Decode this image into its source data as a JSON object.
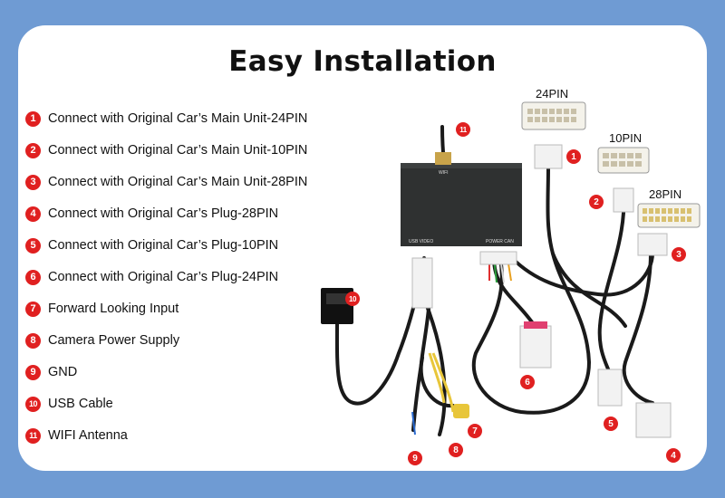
{
  "title": "Easy Installation",
  "items": [
    {
      "num": "1",
      "text": "Connect with Original Car’s Main Unit-24PIN"
    },
    {
      "num": "2",
      "text": "Connect with Original Car’s Main Unit-10PIN"
    },
    {
      "num": "3",
      "text": "Connect with Original Car’s Main Unit-28PIN"
    },
    {
      "num": "4",
      "text": "Connect with Original Car’s Plug-28PIN"
    },
    {
      "num": "5",
      "text": "Connect with Original Car’s Plug-10PIN"
    },
    {
      "num": "6",
      "text": "Connect with Original Car’s Plug-24PIN"
    },
    {
      "num": "7",
      "text": "Forward Looking Input"
    },
    {
      "num": "8",
      "text": "Camera Power Supply"
    },
    {
      "num": "9",
      "text": "GND"
    },
    {
      "num": "10",
      "text": "USB Cable"
    },
    {
      "num": "11",
      "text": "WIFI Antenna"
    }
  ],
  "connectors": {
    "pin24": "24PIN",
    "pin10": "10PIN",
    "pin28": "28PIN"
  },
  "device_labels": {
    "usb": "USB VIDEO",
    "power": "POWER CAN",
    "wifi": "WIFI"
  },
  "markers": [
    "11",
    "1",
    "2",
    "3",
    "10",
    "6",
    "7",
    "8",
    "9",
    "5",
    "4"
  ],
  "colors": {
    "background": "#6f9bd3",
    "card": "#ffffff",
    "badge": "#e02020",
    "cable": "#1a1a1a",
    "device": "#2f3131"
  }
}
